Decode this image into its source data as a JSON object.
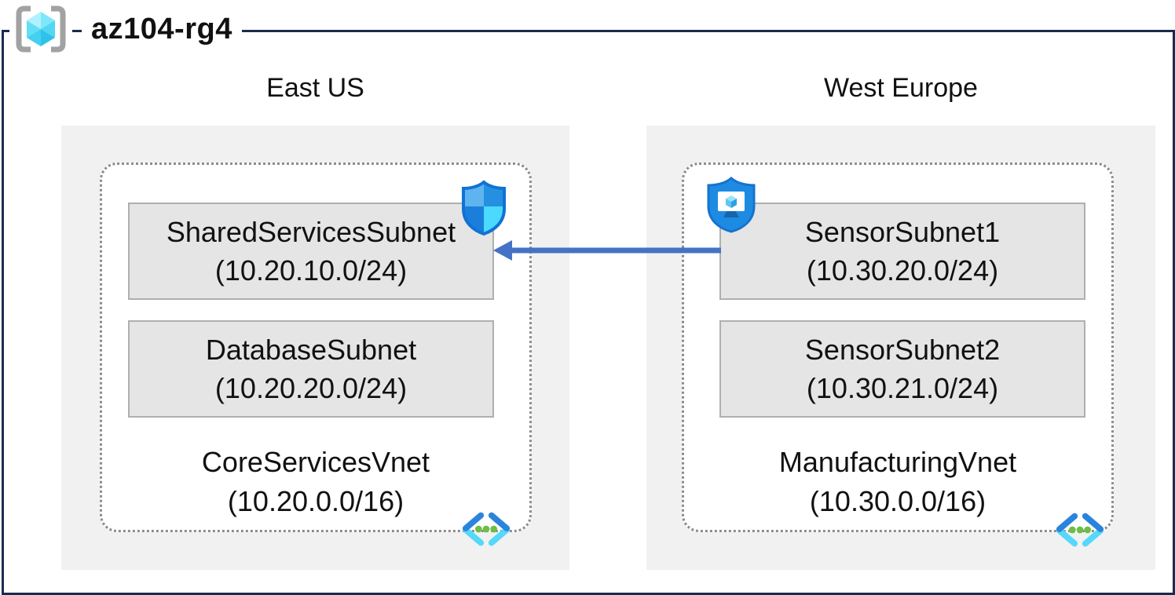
{
  "resource_group": {
    "name": "az104-rg4"
  },
  "regions": [
    {
      "name": "East US",
      "vnet": {
        "name": "CoreServicesVnet",
        "cidr": "(10.20.0.0/16)"
      },
      "subnets": [
        {
          "name": "SharedServicesSubnet",
          "cidr": "(10.20.10.0/24)",
          "attached_icon": "network-security-group-shield-icon"
        },
        {
          "name": "DatabaseSubnet",
          "cidr": "(10.20.20.0/24)",
          "attached_icon": null
        }
      ]
    },
    {
      "name": "West Europe",
      "vnet": {
        "name": "ManufacturingVnet",
        "cidr": "(10.30.0.0/16)"
      },
      "subnets": [
        {
          "name": "SensorSubnet1",
          "cidr": "(10.30.20.0/24)",
          "attached_icon": "application-security-group-shield-icon"
        },
        {
          "name": "SensorSubnet2",
          "cidr": "(10.30.21.0/24)",
          "attached_icon": null
        }
      ]
    }
  ],
  "connection": {
    "type": "arrow",
    "from_subnet": "SensorSubnet1",
    "to_subnet": "SharedServicesSubnet",
    "direction": "right-to-left",
    "color": "#4472C4"
  },
  "icons": {
    "resource_group": "resource-group-brackets-cube-icon",
    "nsg": "network-security-group-shield-icon",
    "asg": "application-security-group-shield-icon",
    "vnet": "virtual-network-chevrons-icon"
  },
  "colors": {
    "frame_border": "#1B2B4D",
    "arrow_blue": "#4472C4",
    "region_background": "#F1F1F1",
    "subnet_background": "#E5E5E5",
    "subnet_border": "#AFAFAF",
    "vnet_dotted_border": "#8C8C8C",
    "azure_blue": "#1E8BE3",
    "light_cyan": "#50E6FF",
    "vnet_dot_green": "#6CBE45",
    "bracket_gray": "#A2A2A2"
  }
}
